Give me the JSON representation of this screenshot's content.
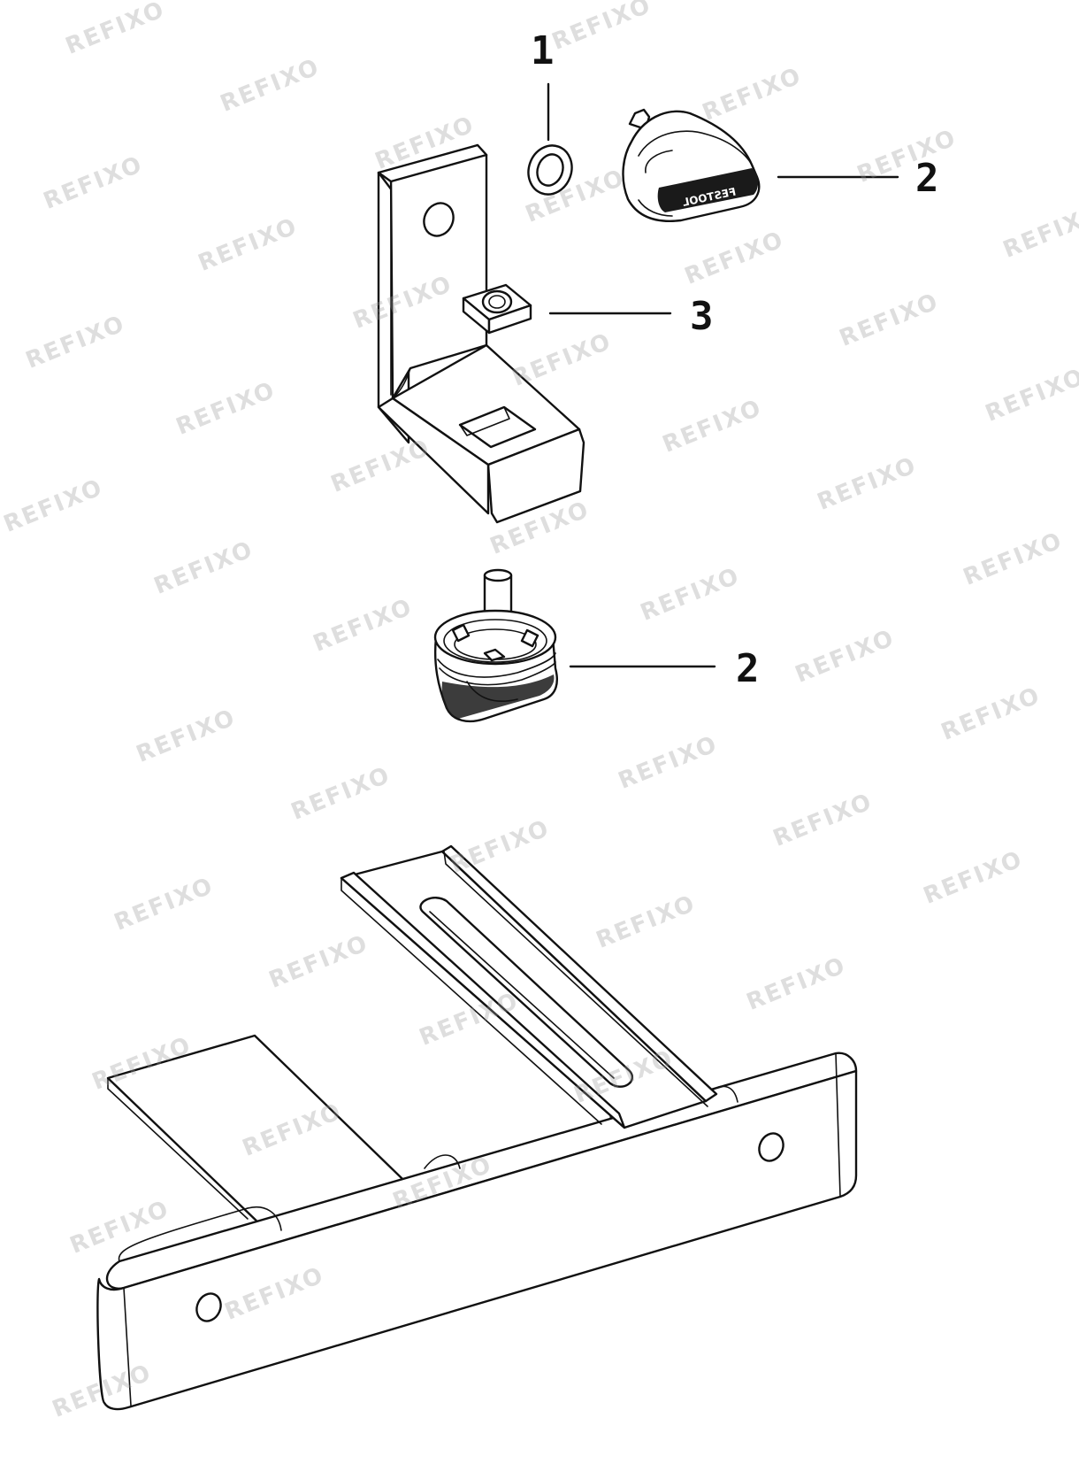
{
  "colors": {
    "line": "#111111",
    "background": "#ffffff",
    "watermark": "#9a9a9a"
  },
  "watermark_text": "REFIXO",
  "callouts": [
    {
      "id": "c1",
      "label": "1"
    },
    {
      "id": "c2a",
      "label": "2"
    },
    {
      "id": "c3",
      "label": "3"
    },
    {
      "id": "c2b",
      "label": "2"
    }
  ],
  "knob_brand_text": "FESTOOL"
}
